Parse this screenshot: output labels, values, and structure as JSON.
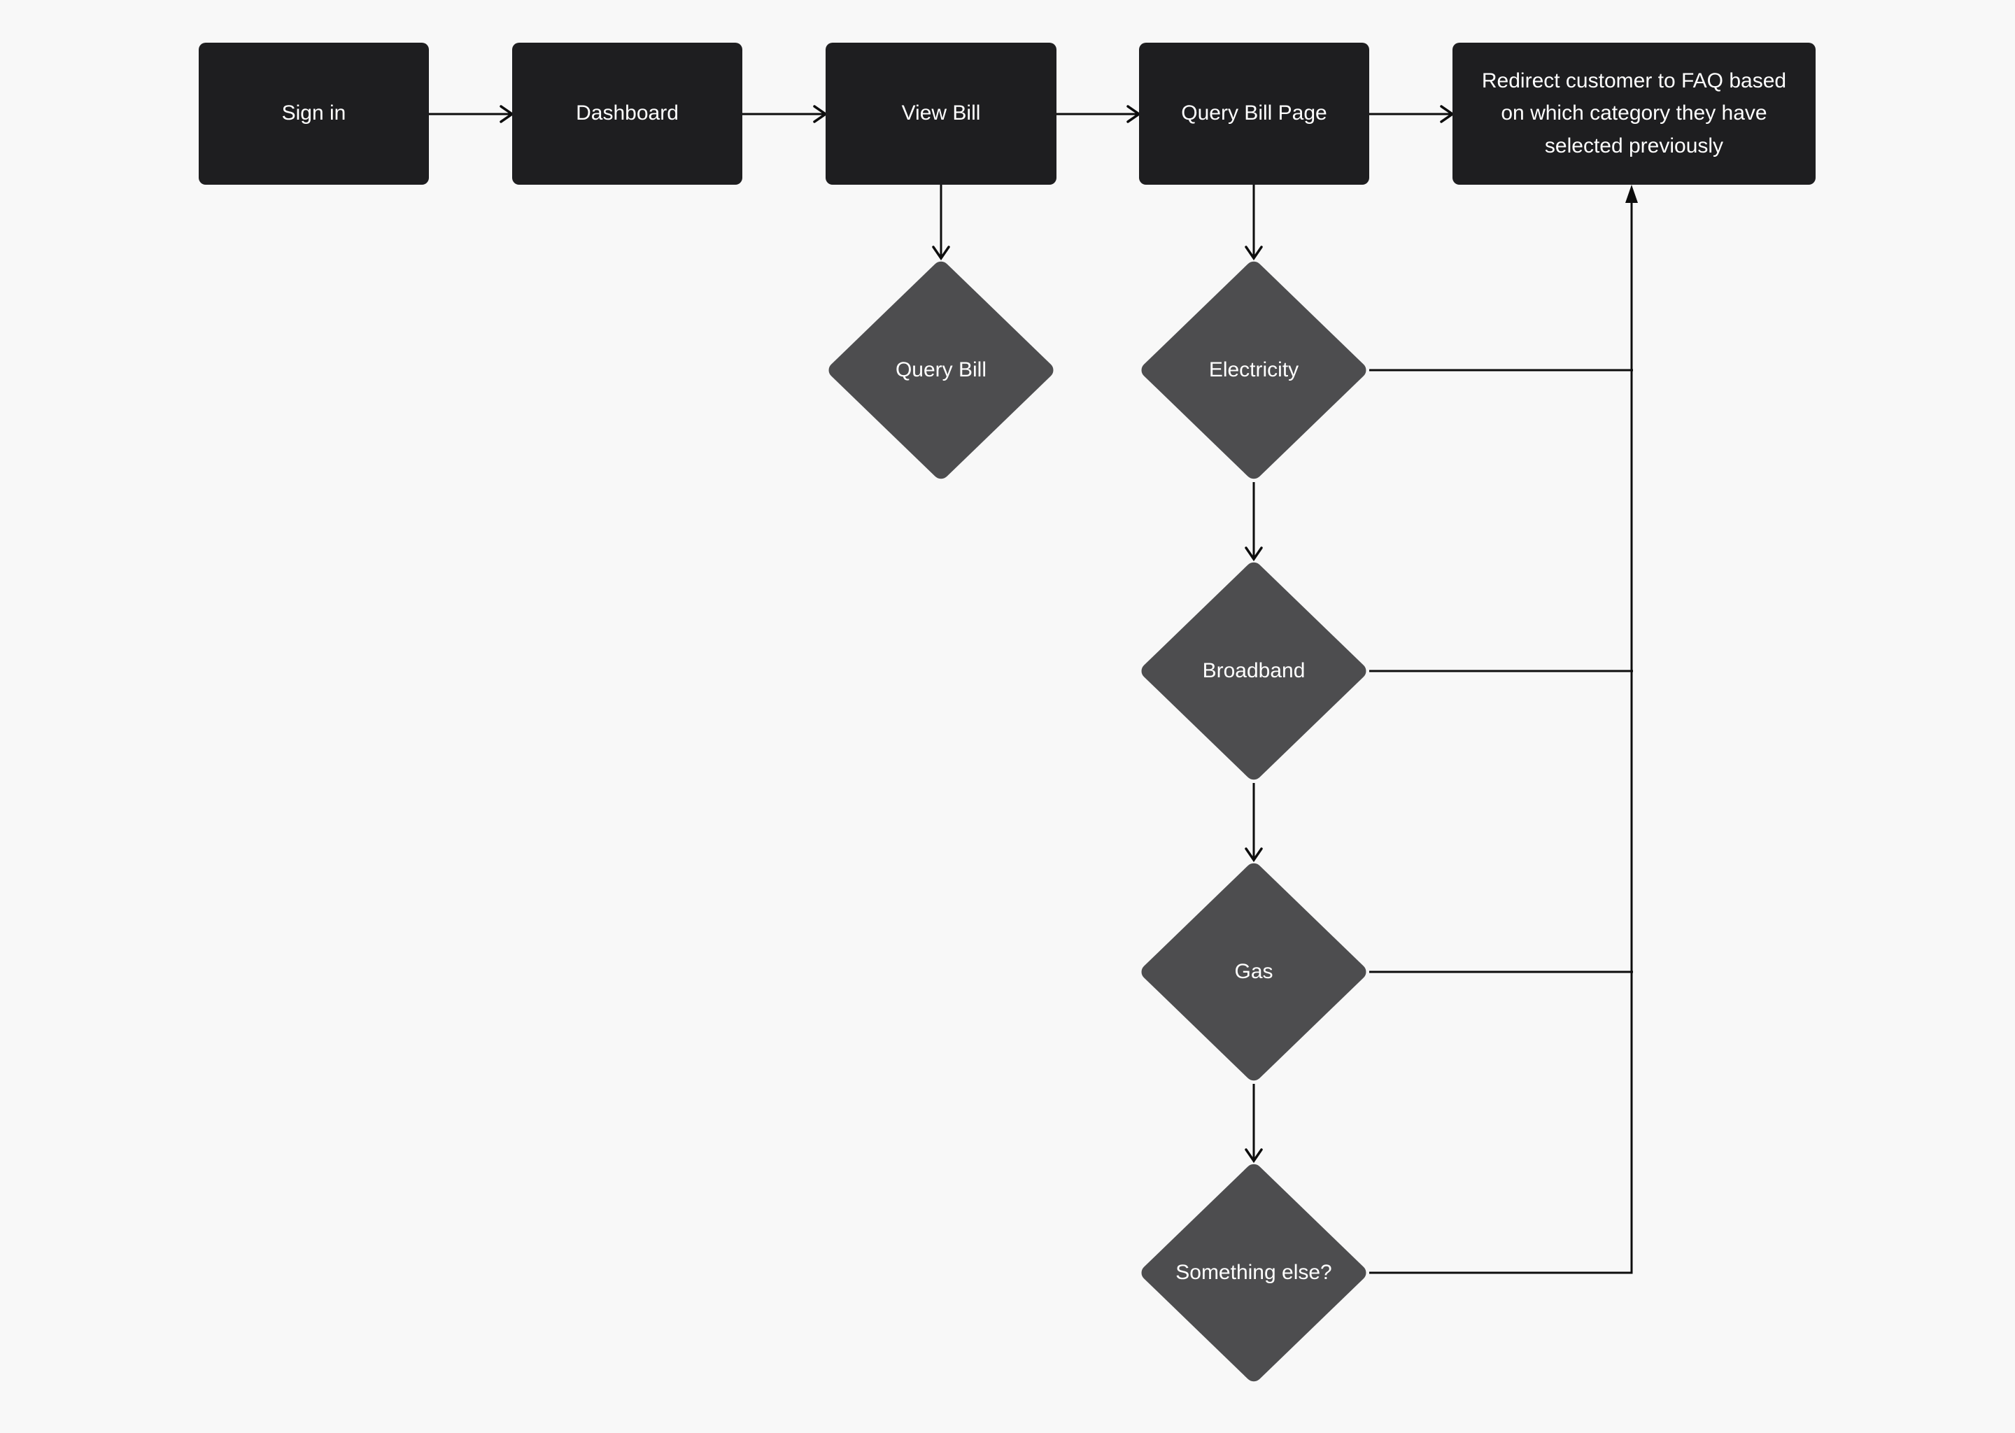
{
  "colors": {
    "background": "#f8f8f8",
    "process_fill": "#1e1e20",
    "decision_fill": "#4d4d4f",
    "node_text": "#ffffff",
    "line_color": "#0d0d0d"
  },
  "flowchart": {
    "process_nodes": [
      {
        "id": "sign-in",
        "label": "Sign in"
      },
      {
        "id": "dashboard",
        "label": "Dashboard"
      },
      {
        "id": "view-bill",
        "label": "View Bill"
      },
      {
        "id": "query-bill-page",
        "label": "Query Bill Page"
      },
      {
        "id": "redirect-faq",
        "label": "Redirect customer to FAQ based on which category they have selected previously"
      }
    ],
    "decision_nodes": [
      {
        "id": "query-bill",
        "label": "Query Bill"
      },
      {
        "id": "electricity",
        "label": "Electricity"
      },
      {
        "id": "broadband",
        "label": "Broadband"
      },
      {
        "id": "gas",
        "label": "Gas"
      },
      {
        "id": "something-else",
        "label": "Something else?"
      }
    ],
    "edges": [
      {
        "from": "sign-in",
        "to": "dashboard",
        "style": "arrow"
      },
      {
        "from": "dashboard",
        "to": "view-bill",
        "style": "arrow"
      },
      {
        "from": "view-bill",
        "to": "query-bill-page",
        "style": "arrow"
      },
      {
        "from": "query-bill-page",
        "to": "redirect-faq",
        "style": "arrow"
      },
      {
        "from": "view-bill",
        "to": "query-bill",
        "style": "arrow"
      },
      {
        "from": "query-bill-page",
        "to": "electricity",
        "style": "arrow"
      },
      {
        "from": "electricity",
        "to": "broadband",
        "style": "arrow"
      },
      {
        "from": "broadband",
        "to": "gas",
        "style": "arrow"
      },
      {
        "from": "gas",
        "to": "something-else",
        "style": "arrow"
      },
      {
        "from": "electricity",
        "to": "redirect-faq",
        "style": "elbow"
      },
      {
        "from": "broadband",
        "to": "redirect-faq",
        "style": "elbow"
      },
      {
        "from": "gas",
        "to": "redirect-faq",
        "style": "elbow"
      },
      {
        "from": "something-else",
        "to": "redirect-faq",
        "style": "elbow-arrow"
      }
    ]
  }
}
